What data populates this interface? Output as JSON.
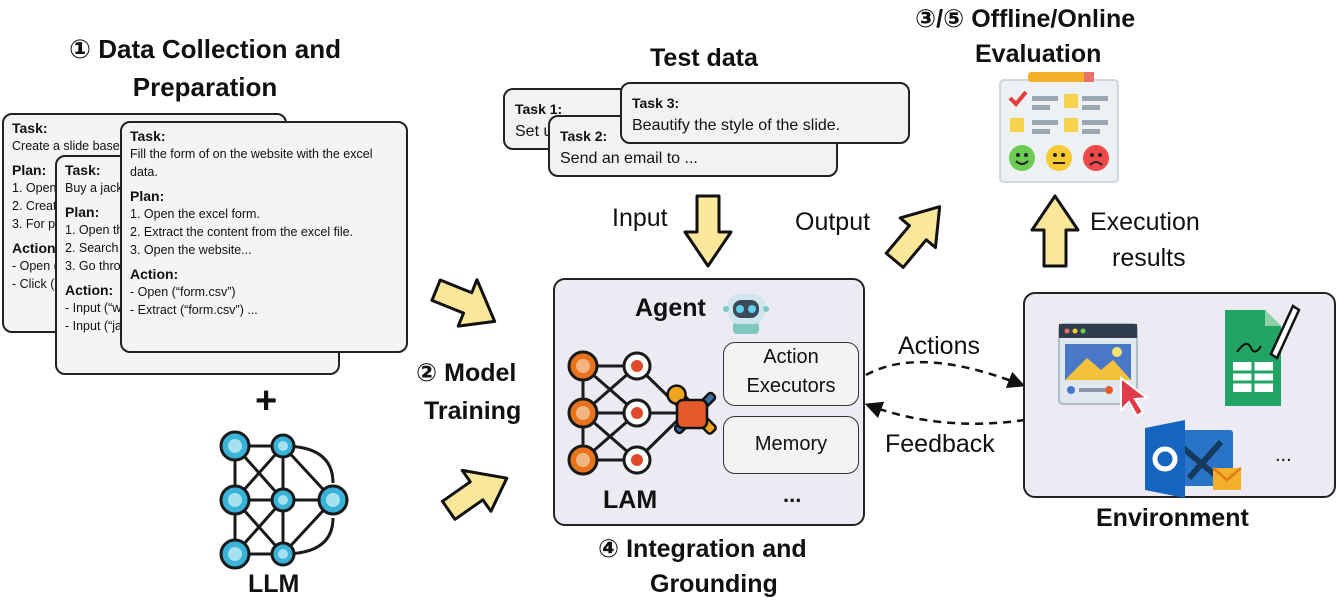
{
  "titles": {
    "data_collection": "① Data Collection and Preparation",
    "model_training_1": "② Model",
    "model_training_2": "Training",
    "integration_1": "④ Integration and",
    "integration_2": "Grounding",
    "evaluation_1": "③/⑤ Offline/Online",
    "evaluation_2": "Evaluation",
    "test_data": "Test data",
    "llm": "LLM",
    "environment": "Environment",
    "plus": "+"
  },
  "cards": [
    {
      "task_label": "Task:",
      "task": "Create a slide base",
      "plan_label": "Plan:",
      "plan": [
        "1. Open",
        "2. Creat",
        "3. For pa"
      ],
      "action_label": "Action",
      "actions": [
        "- Open (",
        "- Click (E"
      ]
    },
    {
      "task_label": "Task:",
      "task": "Buy a jack",
      "plan_label": "Plan:",
      "plan": [
        "1. Open th",
        "2. Search f",
        "3. Go thro"
      ],
      "action_label": "Action:",
      "actions": [
        "- Input (“w",
        "- Input (“jacket for men”) ..."
      ]
    },
    {
      "task_label": "Task:",
      "task": "Fill the form of on the website with the excel data.",
      "plan_label": "Plan:",
      "plan": [
        "1. Open the excel form.",
        "2. Extract the content from the excel file.",
        "3. Open the website..."
      ],
      "action_label": "Action:",
      "actions": [
        "- Open (“form.csv”)",
        "- Extract (“form.csv”) ..."
      ]
    }
  ],
  "tasks": [
    {
      "label": "Task 1:",
      "text": "Set u"
    },
    {
      "label": "Task 2:",
      "text": "Send an email to ..."
    },
    {
      "label": "Task 3:",
      "text": "Beautify the style of the slide."
    }
  ],
  "agent": {
    "title": "Agent",
    "lam_label": "LAM",
    "action_executors_1": "Action",
    "action_executors_2": "Executors",
    "memory": "Memory",
    "more": "..."
  },
  "flow_labels": {
    "input": "Input",
    "output": "Output",
    "actions": "Actions",
    "feedback": "Feedback",
    "execution_1": "Execution",
    "execution_2": "results"
  },
  "environment_more": "...",
  "colors": {
    "arrow_fill": "#fbe79a",
    "box_bg": "#ecebf3",
    "llm_blue": "#39b3d8",
    "lam_orange": "#e8731c",
    "outlook_blue": "#1565c0",
    "sheets_green": "#21a464"
  }
}
